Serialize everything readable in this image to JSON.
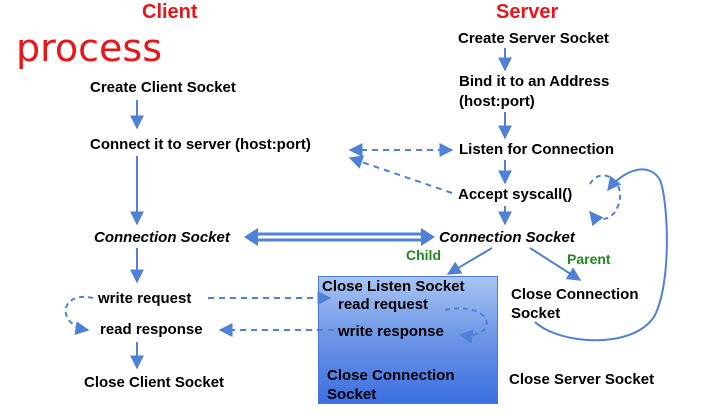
{
  "headings": {
    "client": "Client",
    "server": "Server",
    "process": "process"
  },
  "client": {
    "create": "Create Client Socket",
    "connect": "Connect it to server (host:port)",
    "connection_socket": "Connection Socket",
    "write_request": "write request",
    "read_response": "read response",
    "close": "Close Client Socket"
  },
  "server": {
    "create": "Create Server Socket",
    "bind_line1": "Bind it to an Address",
    "bind_line2": "(host:port)",
    "listen": "Listen for Connection",
    "accept": "Accept syscall()",
    "connection_socket": "Connection Socket",
    "child_label": "Child",
    "parent_label": "Parent",
    "child": {
      "close_listen": "Close Listen Socket",
      "read_request": "read request",
      "write_response": "write response",
      "close_conn_line1": "Close Connection",
      "close_conn_line2": "Socket"
    },
    "parent_close_line1": "Close Connection",
    "parent_close_line2": "Socket",
    "close": "Close Server Socket"
  },
  "colors": {
    "heading": "#e8161b",
    "arrow": "#4f81d9",
    "green_label": "#1f8a1f",
    "child_box": "#3c6fe0"
  }
}
